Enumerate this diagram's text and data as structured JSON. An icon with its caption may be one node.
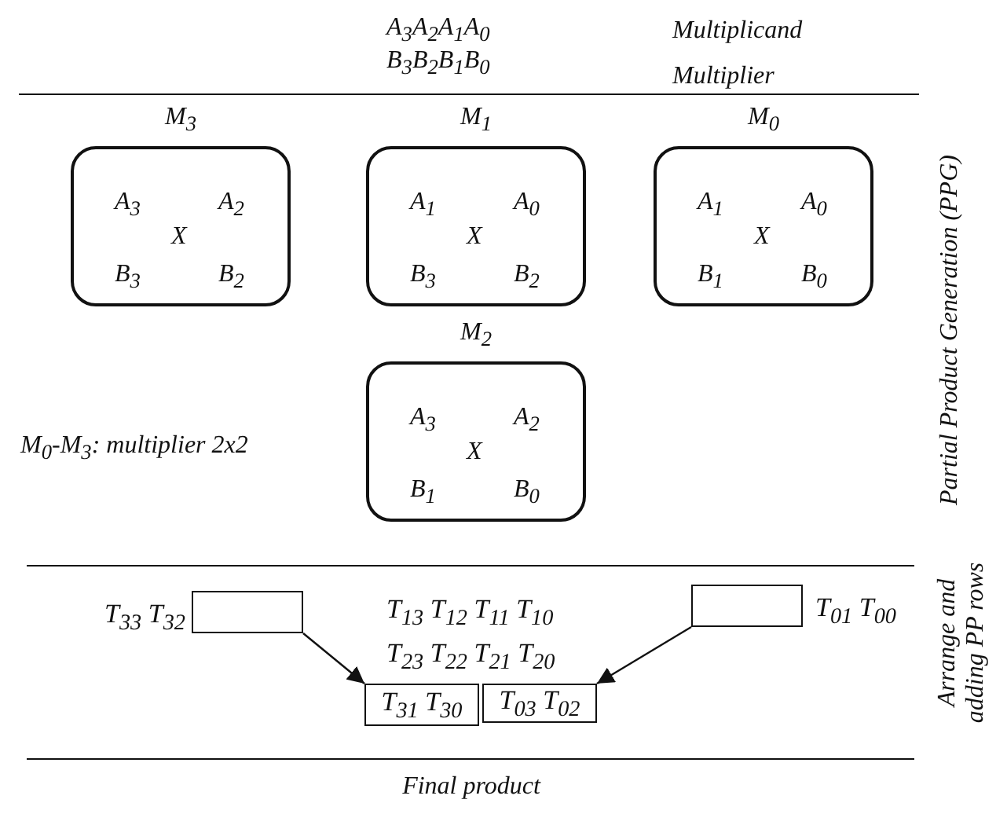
{
  "diagram": {
    "nodes": [
      {
        "text": [
          "M$_{3}$",
          "A$_{3}$",
          "A$_{2}$",
          "X",
          "B$_{3}$",
          "B$_{2}$"
        ]
      },
      {
        "text": [
          "M$_{1}$",
          "A$_{1}$",
          "A$_{0}$",
          "X",
          "B$_{3}$",
          "B$_{2}$"
        ]
      },
      {
        "text": [
          "M$_{0}$",
          "A$_{1}$",
          "A$_{0}$",
          "X",
          "B$_{1}$",
          "B$_{0}$"
        ]
      },
      {
        "text": [
          "M$_{2}$",
          "A$_{3}$",
          "A$_{2}$",
          "X",
          "B$_{1}$",
          "B$_{0}$"
        ]
      },
      {
        "text": [],
        "shape": "box",
        "beside": [
          "T$_{33}$ T$_{32}$"
        ]
      },
      {
        "text": [],
        "shape": "box",
        "beside": [
          "T$_{01}$ T$_{00}$"
        ]
      },
      {
        "text": [
          "T$_{31}$ T$_{30}$"
        ]
      },
      {
        "text": [
          "T$_{03}$ T$_{02}$"
        ]
      }
    ],
    "edges": [
      {
        "from": 4,
        "to": 6,
        "arrow": "to"
      },
      {
        "from": 5,
        "to": 7,
        "arrow": "to"
      }
    ],
    "labels": [
      "A$_{3}$A$_{2}$A$_{1}$A$_{0}$",
      "B$_{3}$B$_{2}$B$_{1}$B$_{0}$",
      "Multiplicand",
      "Multiplier",
      "M$_{0}$-M$_{3}$: multiplier 2x2",
      "T$_{13}$ T$_{12}$ T$_{11}$ T$_{10}$",
      "T$_{23}$ T$_{22}$ T$_{21}$ T$_{20}$",
      "Partial Product Generation (PPG)",
      "Arrange and adding PP rows",
      "Final product"
    ]
  }
}
